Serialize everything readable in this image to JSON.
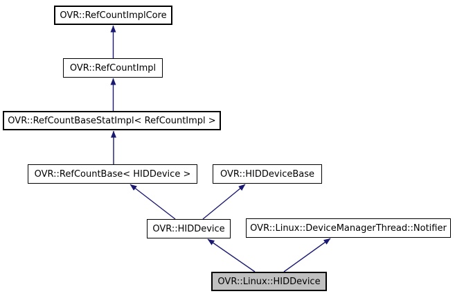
{
  "diagram": {
    "type": "class-inheritance-graph",
    "background_color": "#ffffff",
    "node_fill": "#ffffff",
    "node_border_color": "#000000",
    "highlight_fill": "#c0c0c0",
    "arrow_color": "#191970",
    "text_color": "#000000"
  },
  "nodes": [
    {
      "label": "OVR::RefCountImplCore",
      "role": "ancestor"
    },
    {
      "label": "OVR::RefCountImpl",
      "role": "ancestor"
    },
    {
      "label": "OVR::RefCountBaseStatImpl< RefCountImpl >",
      "role": "ancestor"
    },
    {
      "label": "OVR::RefCountBase< HIDDevice >",
      "role": "ancestor"
    },
    {
      "label": "OVR::HIDDeviceBase",
      "role": "ancestor"
    },
    {
      "label": "OVR::HIDDevice",
      "role": "ancestor"
    },
    {
      "label": "OVR::Linux::DeviceManagerThread::Notifier",
      "role": "ancestor"
    },
    {
      "label": "OVR::Linux::HIDDevice",
      "role": "current"
    }
  ],
  "edges": [
    {
      "from": "OVR::RefCountImpl",
      "to": "OVR::RefCountImplCore"
    },
    {
      "from": "OVR::RefCountBaseStatImpl< RefCountImpl >",
      "to": "OVR::RefCountImpl"
    },
    {
      "from": "OVR::RefCountBase< HIDDevice >",
      "to": "OVR::RefCountBaseStatImpl< RefCountImpl >"
    },
    {
      "from": "OVR::HIDDevice",
      "to": "OVR::RefCountBase< HIDDevice >"
    },
    {
      "from": "OVR::HIDDevice",
      "to": "OVR::HIDDeviceBase"
    },
    {
      "from": "OVR::Linux::HIDDevice",
      "to": "OVR::HIDDevice"
    },
    {
      "from": "OVR::Linux::HIDDevice",
      "to": "OVR::Linux::DeviceManagerThread::Notifier"
    }
  ]
}
